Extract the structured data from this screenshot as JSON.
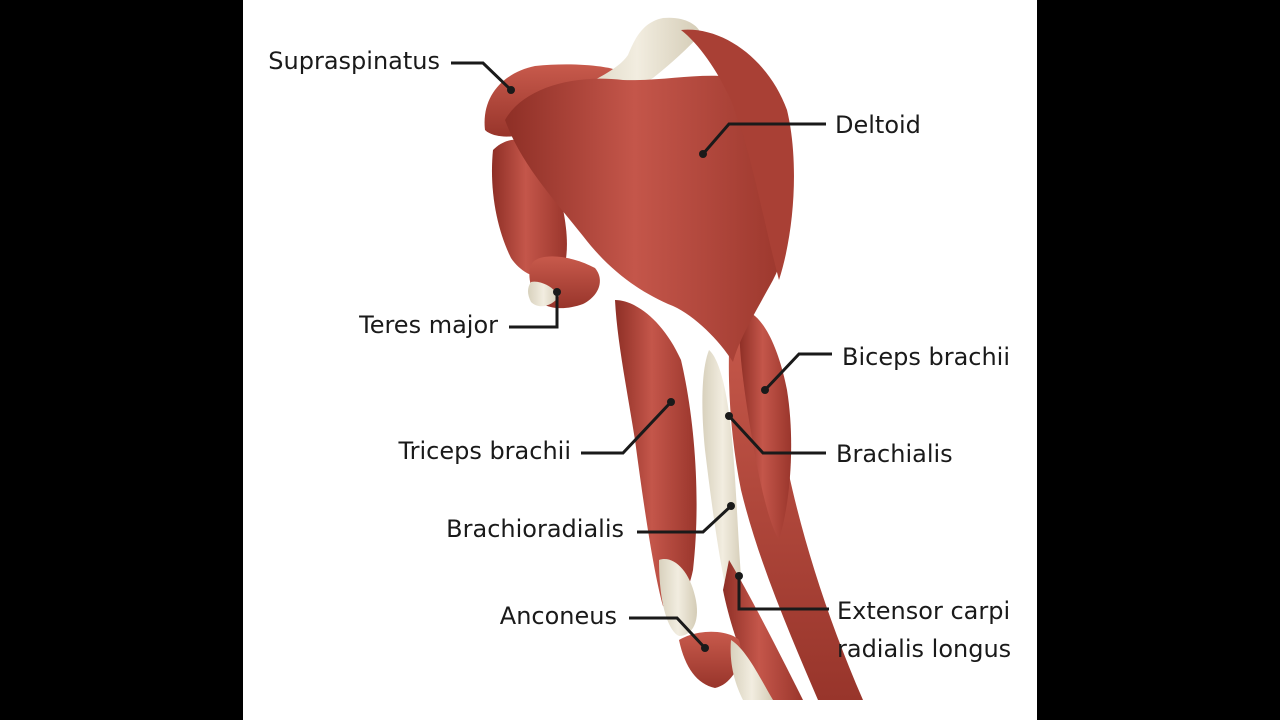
{
  "labels": {
    "supraspinatus": "Supraspinatus",
    "deltoid": "Deltoid",
    "teres_major": "Teres major",
    "biceps_brachii": "Biceps brachii",
    "triceps_brachii": "Triceps brachii",
    "brachialis": "Brachialis",
    "brachioradialis": "Brachioradialis",
    "anconeus": "Anconeus",
    "extensor_line1": "Extensor carpi",
    "extensor_line2": "radialis longus"
  },
  "colors": {
    "background": "#000000",
    "panel": "#ffffff",
    "muscle": "#b4463a",
    "muscle_dark": "#8e2f26",
    "tendon": "#e9e3d2",
    "leader": "#1a1a1a"
  }
}
